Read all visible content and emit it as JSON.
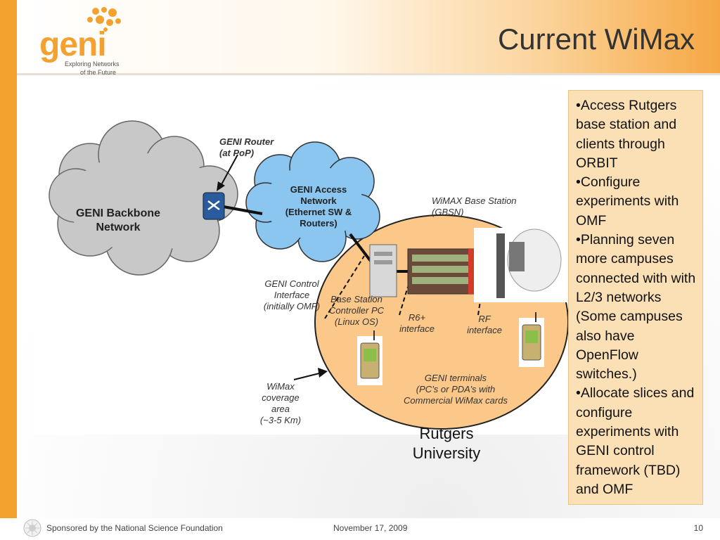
{
  "header": {
    "logo_word": "geni",
    "logo_tagline_1": "Exploring Networks",
    "logo_tagline_2": "of the Future",
    "title": "Current WiMax"
  },
  "diagram": {
    "backbone_cloud": [
      "GENI Backbone",
      "Network"
    ],
    "router_label": [
      "GENI Router",
      "(at PoP)"
    ],
    "access_cloud": [
      "GENI Access",
      "Network",
      "(Ethernet SW &",
      "Routers)"
    ],
    "base_station_label": [
      "WiMAX Base Station",
      "(GBSN)"
    ],
    "control_interface": [
      "GENI Control",
      "Interface",
      "(initially OMF)"
    ],
    "bs_controller": [
      "Base Station",
      "Controller PC",
      "(Linux OS)"
    ],
    "r6_label": [
      "R6+",
      "interface"
    ],
    "rf_label": [
      "RF",
      "interface"
    ],
    "terminals": [
      "GENI terminals",
      "(PC’s or PDA’s with",
      "Commercial WiMax cards"
    ],
    "coverage": [
      "WiMax",
      "coverage",
      "area",
      "(~3-5 Km)"
    ]
  },
  "caption": [
    "Rutgers",
    "University"
  ],
  "bullets": [
    "•Access Rutgers base station and clients through ORBIT",
    "•Configure experiments with OMF",
    "•Planning seven more campuses connected with with L2/3 networks (Some campuses also have OpenFlow switches.)",
    "•Allocate slices and configure experiments with GENI control framework (TBD) and OMF"
  ],
  "footer": {
    "sponsor": "Sponsored by the National Science Foundation",
    "date": "November 17, 2009",
    "page": "10"
  },
  "colors": {
    "accent_orange": "#f3a230",
    "coverage_fill": "#fbc88a",
    "backbone_cloud": "#c8c8c8",
    "access_cloud": "#8ac6f0",
    "bullet_box": "#fbe0b5"
  },
  "icons": [
    "nsf-logo",
    "geni-logo",
    "router-icon",
    "antenna-icon",
    "pda-icon",
    "server-icon",
    "rack-icon"
  ]
}
